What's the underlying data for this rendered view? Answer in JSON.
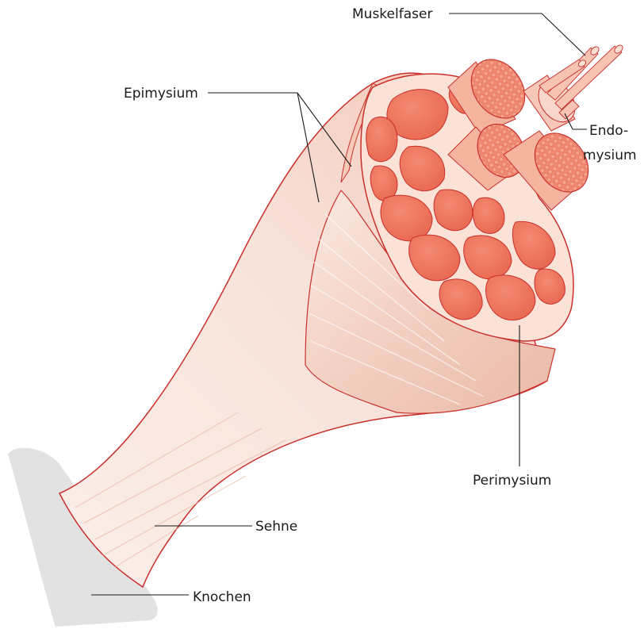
{
  "labels": {
    "muskelfaser": "Muskelfaser",
    "epimysium": "Epimysium",
    "endomysium_line1": "Endo-",
    "endomysium_line2": "mysium",
    "perimysium": "Perimysium",
    "sehne": "Sehne",
    "knochen": "Knochen"
  },
  "colors": {
    "muscle_fill": "#f1a58d",
    "muscle_outline": "#c9302c",
    "fascicle_fill": "#ef7a63",
    "perimysium_fill": "#fbe2d6",
    "fiber_body": "#f6d8cc",
    "tendon": "#f7e3dc",
    "bone": "#e2e2e2"
  }
}
